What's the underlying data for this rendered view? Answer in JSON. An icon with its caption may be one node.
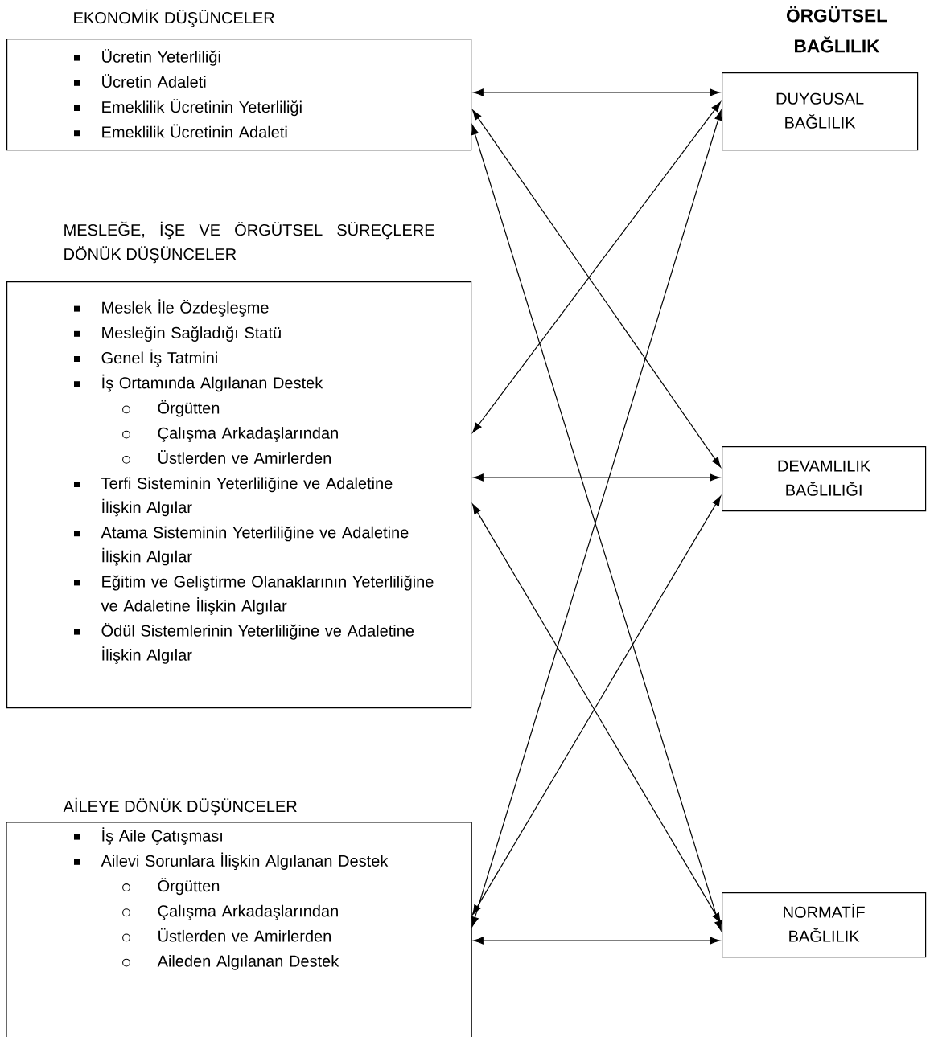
{
  "diagram": {
    "title": "ÖRGÜTSEL BAĞLILIK",
    "nodes": [
      {
        "text": [
          "EKONOMİK DÜŞÜNCELER",
          "Ücretin Yeterliliği",
          "Ücretin Adaleti",
          "Emeklilik Ücretinin Yeterliliği",
          "Emeklilik Ücretinin Adaleti"
        ]
      },
      {
        "text": [
          "MESLEĞE, İŞE VE ÖRGÜTSEL SÜREÇLERE DÖNÜK DÜŞÜNCELER",
          "Meslek İle Özdeşleşme",
          "Mesleğin Sağladığı Statü",
          "Genel İş Tatmini",
          "İş Ortamında Algılanan Destek",
          "Örgütten",
          "Çalışma Arkadaşlarından",
          "Üstlerden ve Amirlerden",
          "Terfi Sisteminin Yeterliliğine ve Adaletine İlişkin Algılar",
          "Atama Sisteminin Yeterliliğine ve Adaletine İlişkin Algılar",
          "Eğitim ve Geliştirme Olanaklarının Yeterliliğine ve Adaletine İlişkin Algılar",
          "Ödül Sistemlerinin Yeterliliğine ve Adaletine İlişkin Algılar"
        ]
      },
      {
        "text": [
          "AİLEYE DÖNÜK DÜŞÜNCELER",
          "İş Aile Çatışması",
          "Ailevi Sorunlara İlişkin Algılanan Destek",
          "Örgütten",
          "Çalışma Arkadaşlarından",
          "Üstlerden ve Amirlerden",
          "Aileden Algılanan Destek"
        ]
      },
      {
        "text": [
          "DUYGUSAL BAĞLILIK"
        ]
      },
      {
        "text": [
          "DEVAMLILIK BAĞLILIĞI"
        ]
      },
      {
        "text": [
          "NORMATİF BAĞLILIK"
        ]
      }
    ],
    "edges": [
      {
        "from": 0,
        "to": 3,
        "arrow": "both"
      },
      {
        "from": 0,
        "to": 4,
        "arrow": "both"
      },
      {
        "from": 0,
        "to": 5,
        "arrow": "both"
      },
      {
        "from": 1,
        "to": 3,
        "arrow": "both"
      },
      {
        "from": 1,
        "to": 4,
        "arrow": "both"
      },
      {
        "from": 1,
        "to": 5,
        "arrow": "both"
      },
      {
        "from": 2,
        "to": 3,
        "arrow": "both"
      },
      {
        "from": 2,
        "to": 4,
        "arrow": "both"
      },
      {
        "from": 2,
        "to": 5,
        "arrow": "both"
      }
    ]
  }
}
